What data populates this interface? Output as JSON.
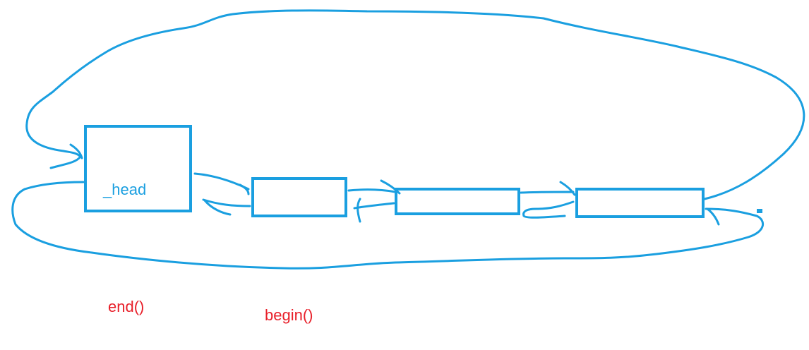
{
  "diagram": {
    "head_label": "_head",
    "end_label": "end()",
    "begin_label": "begin()",
    "stroke_color": "#1a9fe0",
    "label_color": "#e8202a"
  }
}
